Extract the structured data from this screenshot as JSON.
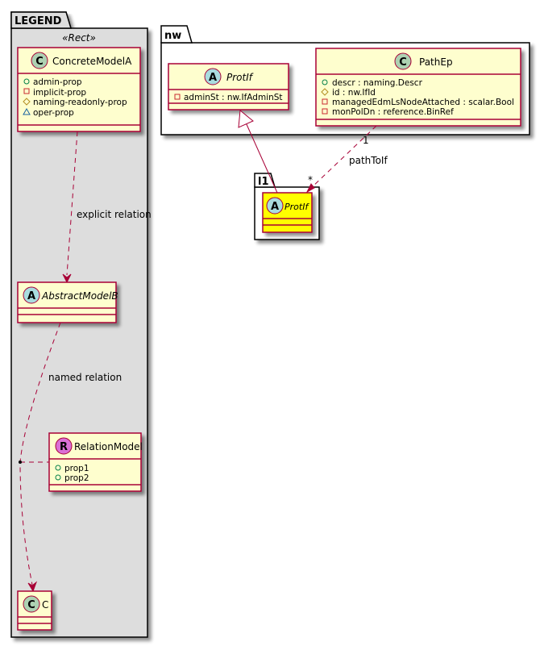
{
  "packages": {
    "legend": {
      "name": "LEGEND",
      "stereotype": "«Rect»"
    },
    "nw": {
      "name": "nw"
    },
    "l1": {
      "name": "l1"
    }
  },
  "classes": {
    "concreteModelA": {
      "kind": "C",
      "name": "ConcreteModelA",
      "abstract": false,
      "attributes": [
        {
          "visibility": "public",
          "text": "admin-prop"
        },
        {
          "visibility": "private",
          "text": "implicit-prop"
        },
        {
          "visibility": "protected",
          "text": "naming-readonly-prop"
        },
        {
          "visibility": "package",
          "text": "oper-prop"
        }
      ]
    },
    "abstractModelB": {
      "kind": "A",
      "name": "AbstractModelB",
      "abstract": true,
      "attributes": []
    },
    "relationModel": {
      "kind": "R",
      "name": "RelationModel",
      "abstract": false,
      "attributes": [
        {
          "visibility": "public",
          "text": "prop1"
        },
        {
          "visibility": "public",
          "text": "prop2"
        }
      ]
    },
    "c": {
      "kind": "C",
      "name": "C",
      "abstract": false,
      "attributes": []
    },
    "nwProtIf": {
      "kind": "A",
      "name": "ProtIf",
      "abstract": true,
      "attributes": [
        {
          "visibility": "private",
          "text": "adminSt : nw.IfAdminSt"
        }
      ]
    },
    "pathEp": {
      "kind": "C",
      "name": "PathEp",
      "abstract": false,
      "attributes": [
        {
          "visibility": "public",
          "text": "descr : naming.Descr"
        },
        {
          "visibility": "protected",
          "text": "id : nw.IfId"
        },
        {
          "visibility": "private",
          "text": "managedEdmLsNodeAttached : scalar.Bool"
        },
        {
          "visibility": "private",
          "text": "monPolDn : reference.BinRef"
        }
      ]
    },
    "l1ProtIf": {
      "kind": "A",
      "name": "ProtIf",
      "abstract": true,
      "highlight": "#ffff00",
      "attributes": []
    }
  },
  "relations": {
    "explicit": {
      "label": "explicit relation",
      "from": "ConcreteModelA",
      "to": "AbstractModelB",
      "style": "dashed-arrow"
    },
    "named": {
      "label": "named relation",
      "from": "AbstractModelB",
      "to": "C",
      "association_class": "RelationModel",
      "style": "dashed-arrow"
    },
    "inherit": {
      "from": "l1.ProtIf",
      "to": "nw.ProtIf",
      "style": "generalization"
    },
    "pathToIf": {
      "label": "pathToIf",
      "from": "PathEp",
      "to": "l1.ProtIf",
      "source_mult": "1",
      "target_mult": "*",
      "style": "dashed-arrow"
    }
  },
  "colors": {
    "class_fill": "#fefece",
    "class_border": "#a80036",
    "legend_fill": "#dddddd",
    "circle_C": "#add1b2",
    "circle_A": "#a9dcdf",
    "circle_R": "#da70d6",
    "arrow": "#a80036",
    "highlight": "#ffff00"
  }
}
